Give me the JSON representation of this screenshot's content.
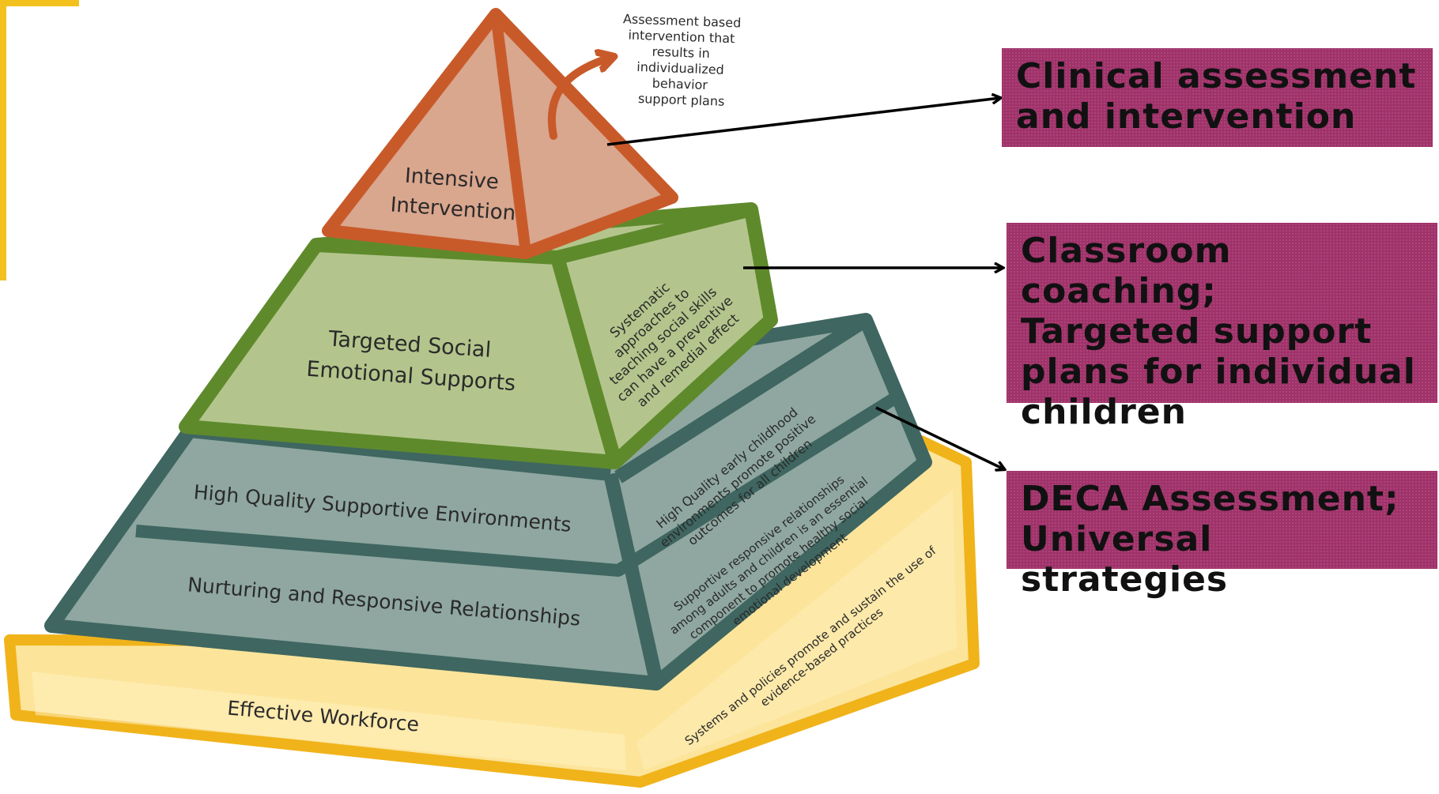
{
  "pyramid": {
    "tier_intensive": {
      "label_lines": [
        "Intensive",
        "Intervention"
      ],
      "note_lines": [
        "Assessment based",
        "intervention that",
        "results in",
        "individualized",
        "behavior",
        "support plans"
      ]
    },
    "tier_targeted": {
      "label_lines": [
        "Targeted Social",
        "Emotional Supports"
      ],
      "side_lines": [
        "Systematic",
        "approaches to",
        "teaching social skills",
        "can have a preventive",
        "and remedial effect"
      ]
    },
    "tier_environments": {
      "label": "High Quality Supportive Environments",
      "side_lines": [
        "High Quality early childhood",
        "environments promote positive",
        "outcomes for all children"
      ]
    },
    "tier_relationships": {
      "label": "Nurturing and Responsive Relationships",
      "side_lines": [
        "Supportive responsive relationships",
        "among adults and children is an essential",
        "component to promote healthy social",
        "emotional development"
      ]
    },
    "tier_workforce": {
      "label": "Effective Workforce",
      "side_lines": [
        "Systems and policies promote and sustain the use of",
        "evidence-based practices"
      ]
    }
  },
  "callouts": [
    {
      "text": "Clinical assessment\nand intervention"
    },
    {
      "text": "Classroom coaching;\nTargeted support\nplans for individual\nchildren"
    },
    {
      "text": "DECA Assessment;\nUniversal strategies"
    }
  ],
  "colors": {
    "intensive_fill": "#d9a68e",
    "intensive_border": "#c85a2a",
    "targeted_fill": "#b3c58c",
    "targeted_border": "#5f8a2c",
    "universal_fill": "#8fa7a0",
    "universal_border": "#3f6660",
    "workforce_fill": "#f9d35a",
    "workforce_border": "#f0b31a",
    "callout_fill": "#a0326a"
  }
}
